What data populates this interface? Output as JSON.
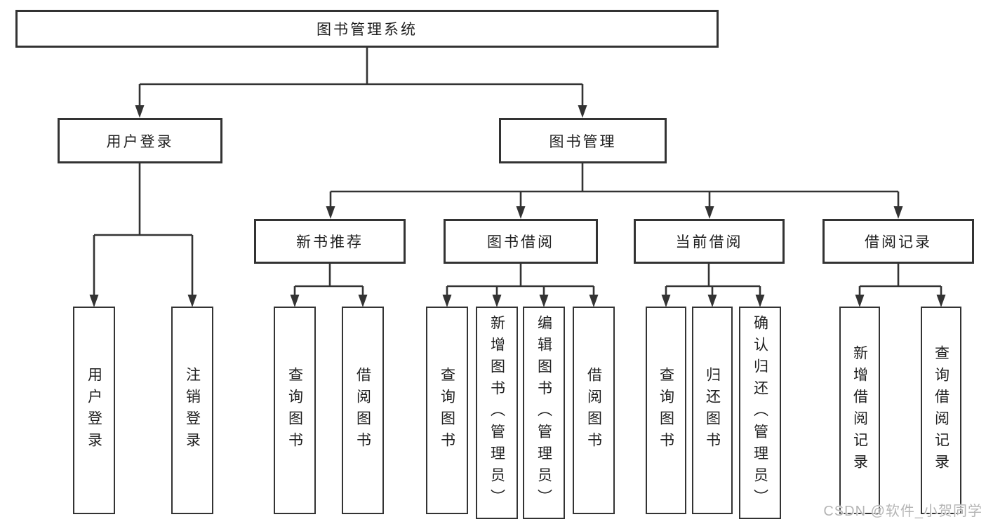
{
  "diagram": {
    "root": "图书管理系统",
    "level2": {
      "user": "用户登录",
      "book": "图书管理"
    },
    "level3": {
      "recommend": "新书推荐",
      "borrow": "图书借阅",
      "current": "当前借阅",
      "records": "借阅记录"
    },
    "leaves": {
      "user": [
        "用户登录",
        "注销登录"
      ],
      "recommend": [
        "查询图书",
        "借阅图书"
      ],
      "borrow": [
        "查询图书",
        "新增图书（管理员）",
        "编辑图书（管理员）",
        "借阅图书"
      ],
      "current": [
        "查询图书",
        "归还图书",
        "确认归还（管理员）"
      ],
      "records": [
        "新增借阅记录",
        "查询借阅记录"
      ]
    },
    "colors": {
      "line": "#333333",
      "text": "#1f1f1f",
      "box_background": "#ffffff",
      "watermark": "#b5b5b5"
    }
  },
  "watermark": {
    "text": "CSDN @软件_小贺同学"
  }
}
